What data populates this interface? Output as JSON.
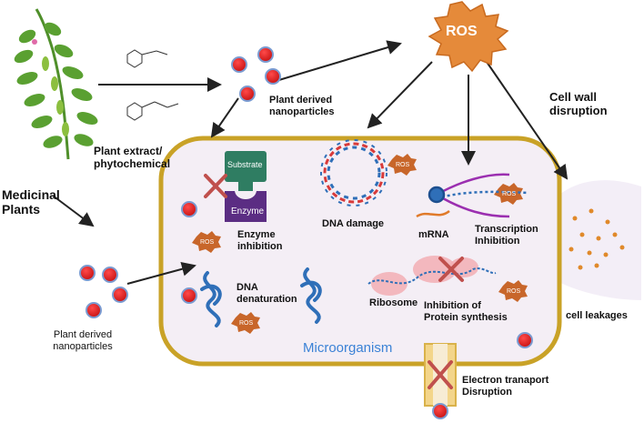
{
  "labels": {
    "medicinal_plants": "Medicinal\nPlants",
    "plant_extract": "Plant extract/\nphytochemical",
    "plant_nano_top": "Plant derived\nnanoparticles",
    "plant_nano_bottom": "Plant derived\nnanoparticles",
    "ros_main": "ROS",
    "cell_wall": "Cell wall\ndisruption",
    "substrate": "Substrate",
    "enzyme": "Enzyme",
    "enzyme_inhibition": "Enzyme\ninhibition",
    "dna_damage": "DNA damage",
    "mrna": "mRNA",
    "transcription_inhibition": "Transcription\nInhibition",
    "dna_denaturation": "DNA\ndenaturation",
    "ribosome": "Ribosome",
    "protein_synthesis": "Inhibition of\nProtein synthesis",
    "microorganism": "Microorganism",
    "cell_leakages": "cell leakages",
    "electron_transport": "Electron tranaport\nDisruption",
    "ros_small": "ROS"
  },
  "colors": {
    "cell_fill": "#f4eef5",
    "cell_border": "#c9a227",
    "ros_burst": "#e58a3a",
    "nanoparticle": "#d32020",
    "dna": "#2f6fb8",
    "enzyme": "#5b2d83",
    "substrate": "#2f7d62",
    "inhibit_x": "#c0504d",
    "microorganism_text": "#3b82d6"
  }
}
